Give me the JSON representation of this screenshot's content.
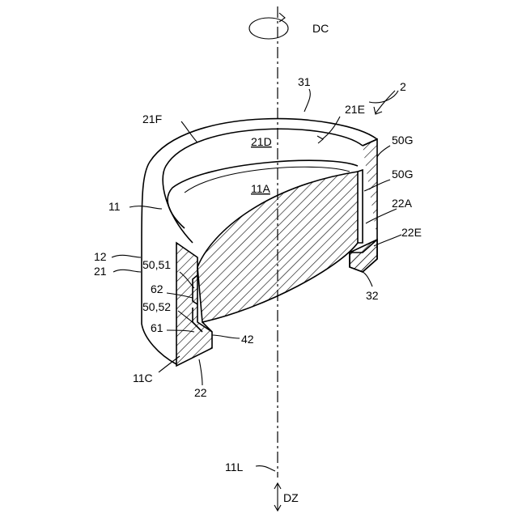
{
  "labels": {
    "fig_number": "2",
    "dc": "DC",
    "l31": "31",
    "l21E": "21E",
    "l21F": "21F",
    "l21D": "21D",
    "l50G_a": "50G",
    "l50G_b": "50G",
    "l11A": "11A",
    "l11": "11",
    "l22A": "22A",
    "l22E": "22E",
    "l12": "12",
    "l21": "21",
    "l50_51": "50,51",
    "l62": "62",
    "l50_52": "50,52",
    "l61": "61",
    "l42": "42",
    "l11C": "11C",
    "l22": "22",
    "l32": "32",
    "l11L": "11L",
    "dz": "DZ"
  }
}
